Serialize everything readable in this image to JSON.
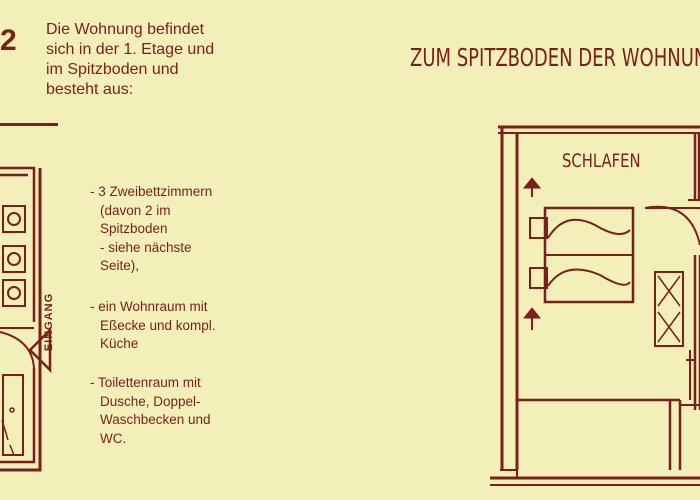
{
  "page_number": "2",
  "intro_lines": [
    "Die Wohnung befindet",
    "sich in der 1. Etage und",
    "im Spitzboden und",
    "besteht aus:"
  ],
  "list_items": [
    [
      "- 3 Zweibettzimmern",
      "(davon 2 im",
      "Spitzboden",
      "- siehe nächste",
      "Seite),"
    ],
    [
      "- ein Wohnraum mit",
      "Eßecke und kompl.",
      "Küche"
    ],
    [
      "- Toilettenraum mit",
      "Dusche, Doppel-",
      "Waschbecken und",
      "WC."
    ]
  ],
  "plan_left": {
    "entrance_label": "EINGANG"
  },
  "plan_right": {
    "heading": "ZUM SPITZBODEN DER WOHNUNG",
    "room_label": "SCHLAFEN"
  },
  "colors": {
    "ink": "#7a1f1c",
    "paper": "#f3efb9"
  }
}
